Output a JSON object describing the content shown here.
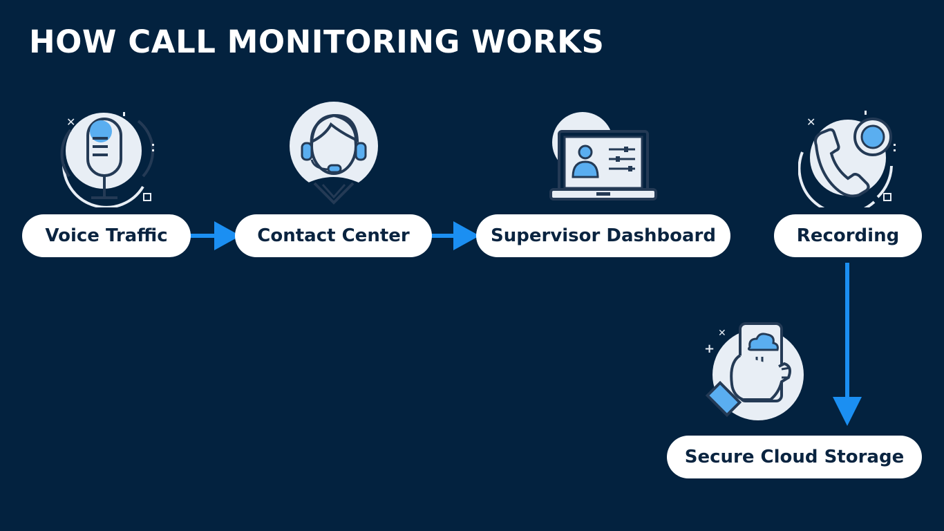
{
  "title": "HOW CALL MONITORING WORKS",
  "nodes": [
    {
      "id": "voice",
      "label": "Voice Traffic",
      "icon": "microphone-icon"
    },
    {
      "id": "contact",
      "label": "Contact Center",
      "icon": "agent-headset-icon"
    },
    {
      "id": "dashboard",
      "label": "Supervisor Dashboard",
      "icon": "laptop-dashboard-icon"
    },
    {
      "id": "recording",
      "label": "Recording",
      "icon": "phone-record-icon"
    },
    {
      "id": "storage",
      "label": "Secure Cloud Storage",
      "icon": "phone-cloud-icon"
    }
  ],
  "edges": [
    {
      "from": "voice",
      "to": "contact"
    },
    {
      "from": "contact",
      "to": "dashboard"
    },
    {
      "from": "recording",
      "to": "storage"
    }
  ],
  "colors": {
    "background": "#03223f",
    "arrow": "#1b8ff2",
    "pill": "#ffffff",
    "pill_text": "#0a2440",
    "icon_outline": "#243a55",
    "icon_fill": "#e8eef5",
    "icon_accent": "#5aaef0"
  }
}
